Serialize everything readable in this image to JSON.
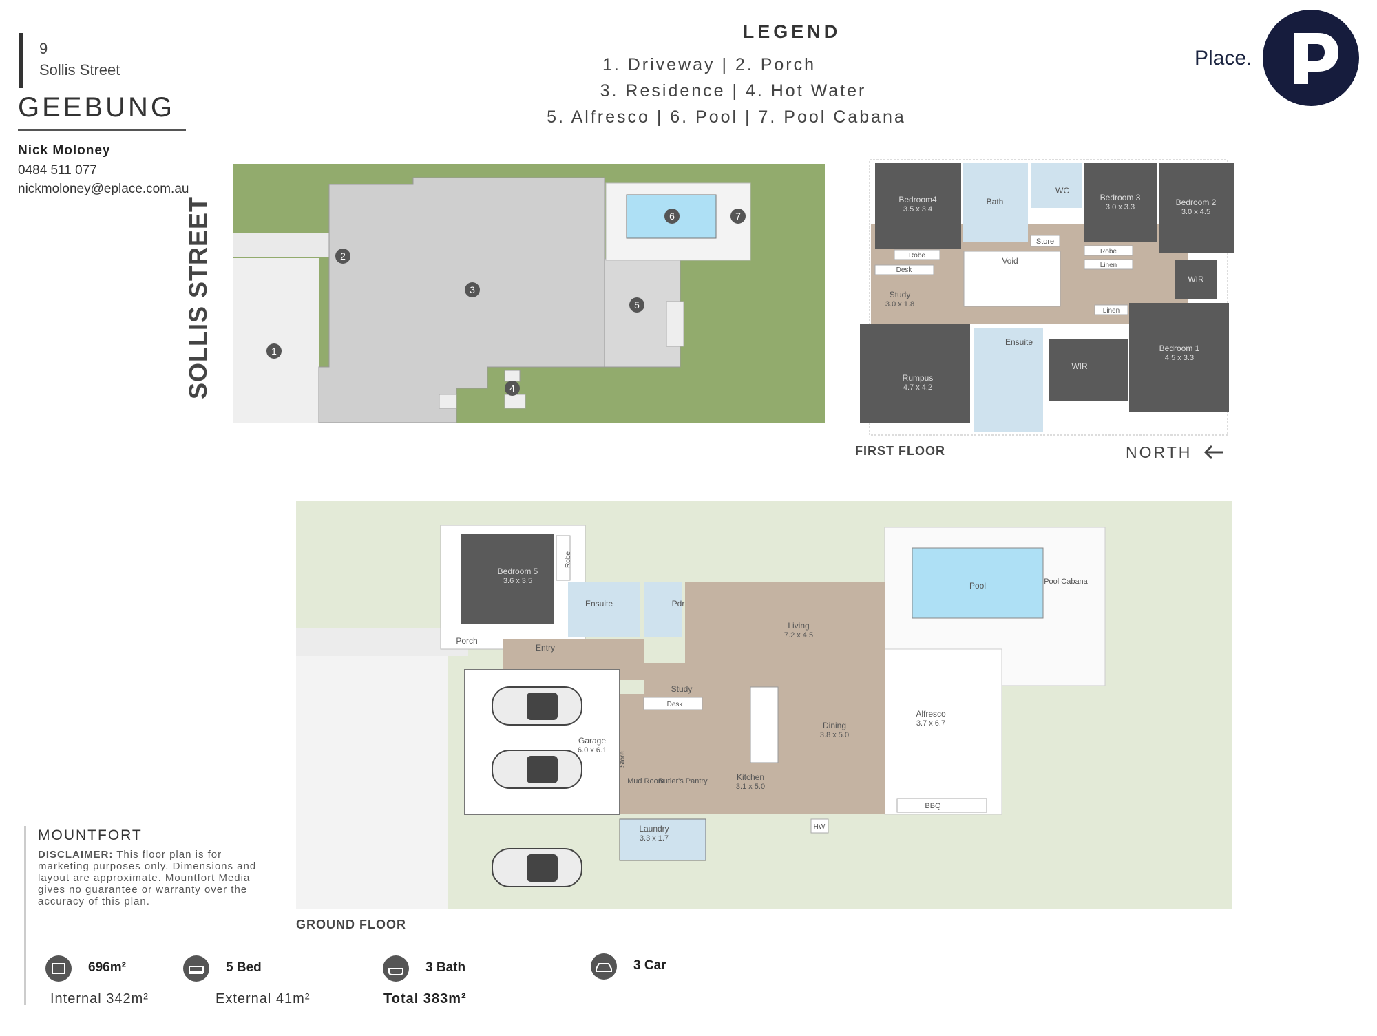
{
  "address": {
    "number": "9",
    "street": "Sollis Street",
    "suburb": "GEEBUNG"
  },
  "agent": {
    "name": "Nick Moloney",
    "phone": "0484 511 077",
    "email": "nickmoloney@eplace.com.au"
  },
  "brand": {
    "name": "Place.",
    "logo_letter": "P",
    "color": "#161c3d"
  },
  "legend": {
    "title": "LEGEND",
    "line1": "1. Driveway  |  2. Porch",
    "line2": "3. Residence  |  4. Hot Water",
    "line3": "5. Alfresco  |  6. Pool  |  7. Pool Cabana"
  },
  "site": {
    "street_label": "SOLLIS STREET",
    "markers": [
      "1",
      "2",
      "3",
      "4",
      "5",
      "6",
      "7"
    ]
  },
  "first_floor": {
    "label": "FIRST FLOOR",
    "north": "NORTH",
    "rooms": {
      "bedroom4": "Bedroom4",
      "bedroom4_dim": "3.5 x 3.4",
      "bath": "Bath",
      "wc": "WC",
      "store": "Store",
      "bedroom3": "Bedroom 3",
      "bedroom3_dim": "3.0 x 3.3",
      "bedroom2": "Bedroom 2",
      "bedroom2_dim": "3.0 x 4.5",
      "robe1": "Robe",
      "robe2": "Robe",
      "desk": "Desk",
      "void": "Void",
      "linen1": "Linen",
      "linen2": "Linen",
      "wir1": "WIR",
      "wir2": "WIR",
      "study": "Study",
      "study_dim": "3.0 x 1.8",
      "ensuite": "Ensuite",
      "rumpus": "Rumpus",
      "rumpus_dim": "4.7 x 4.2",
      "bedroom1": "Bedroom 1",
      "bedroom1_dim": "4.5 x 3.3"
    }
  },
  "ground_floor": {
    "label": "GROUND FLOOR",
    "rooms": {
      "bedroom5": "Bedroom 5",
      "bedroom5_dim": "3.6 x 3.5",
      "robe": "Robe",
      "ensuite": "Ensuite",
      "pdr": "Pdr",
      "porch": "Porch",
      "entry": "Entry",
      "living": "Living",
      "living_dim": "7.2 x 4.5",
      "pool": "Pool",
      "pool_cabana": "Pool Cabana",
      "study": "Study",
      "desk": "Desk",
      "garage": "Garage",
      "garage_dim": "6.0 x 6.1",
      "dining": "Dining",
      "dining_dim": "3.8 x 5.0",
      "alfresco": "Alfresco",
      "alfresco_dim": "3.7 x 6.7",
      "store": "Store",
      "mud_room": "Mud Room",
      "butlers_pantry": "Butler's Pantry",
      "kitchen": "Kitchen",
      "kitchen_dim": "3.1 x 5.0",
      "bbq": "BBQ",
      "hw": "HW",
      "laundry": "Laundry",
      "laundry_dim": "3.3 x 1.7"
    }
  },
  "disclaimer": {
    "company": "MOUNTFORT",
    "heading": "DISCLAIMER:",
    "text": "This floor plan is for marketing purposes only. Dimensions and layout are approximate. Mountfort Media gives no guarantee or warranty over the accuracy of this plan."
  },
  "stats": {
    "land": "696m²",
    "bed": "5 Bed",
    "bath": "3 Bath",
    "car": "3 Car",
    "internal": "Internal 342m²",
    "external": "External 41m²",
    "total": "Total 383m²"
  },
  "colors": {
    "lawn": "#8fa86a",
    "lawn_light": "#e3ead7",
    "floor_wood": "#c4b3a2",
    "dark_room": "#5a5a5a",
    "wet_area": "#cfe2ee",
    "pool": "#aee0f5"
  }
}
